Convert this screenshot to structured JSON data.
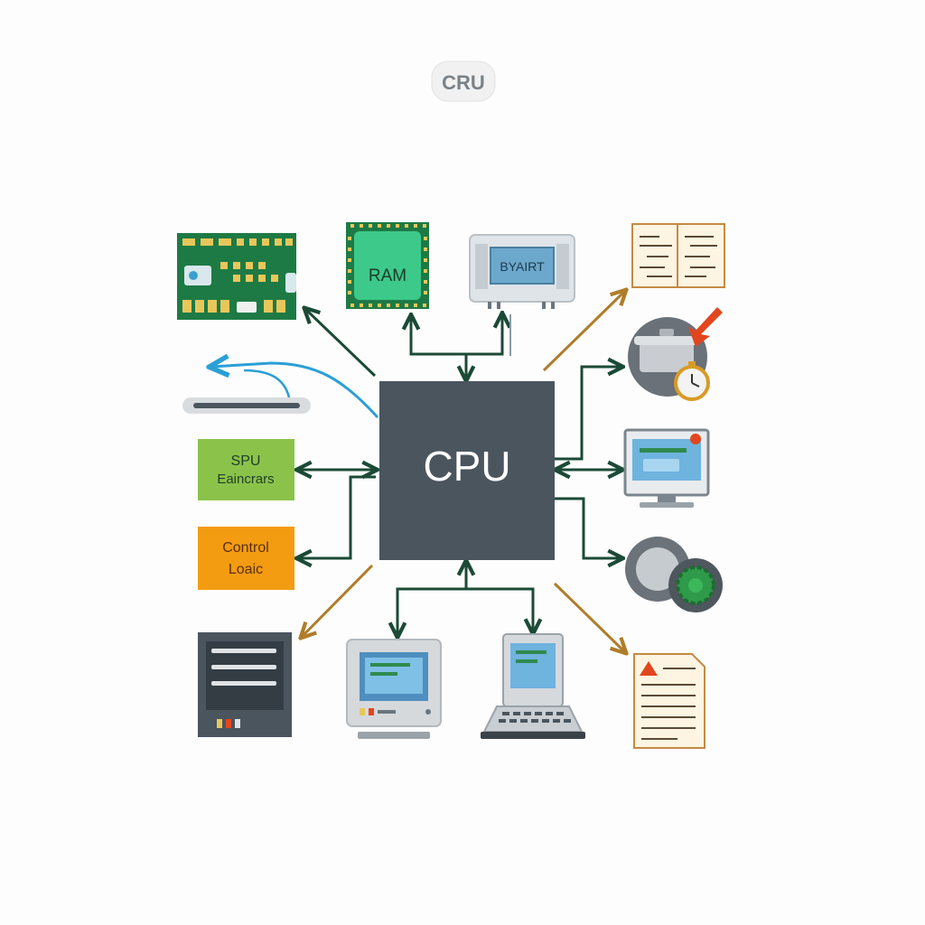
{
  "logo": {
    "text": "CRU"
  },
  "cpu": {
    "label": "CPU"
  },
  "ram": {
    "label": "RAM"
  },
  "device_screen": {
    "text": "BYAIRT"
  },
  "spu_box": {
    "line1": "SPU",
    "line2": "Eaincrars",
    "color": "#8bc34a"
  },
  "control_box": {
    "line1": "Control",
    "line2": "Loaic",
    "color": "#f39c12"
  },
  "colors": {
    "cpu": "#4a555e",
    "arrow_dark": "#1b4a36",
    "arrow_brown": "#b07c2a",
    "arrow_blue": "#2a9fd6",
    "board_green": "#1e7a45",
    "alert_red": "#e2461e"
  },
  "icons": [
    "circuit-board-icon",
    "ram-chip-icon",
    "display-device-icon",
    "open-book-icon",
    "pot-timer-icon",
    "monitor-icon",
    "disc-gear-icon",
    "server-icon",
    "desktop-computer-icon",
    "laptop-icon",
    "warning-document-icon",
    "slider-bar-icon"
  ]
}
